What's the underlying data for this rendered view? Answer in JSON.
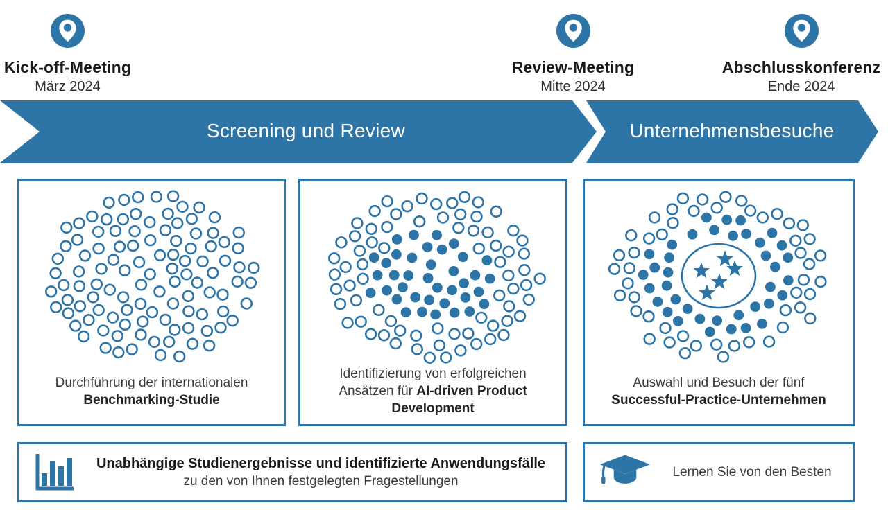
{
  "colors": {
    "primary": "#2D74A7",
    "white": "#ffffff",
    "heading_text": "#1a1a1a",
    "body_text": "#3b3b3b"
  },
  "milestones": [
    {
      "icon": "location-pin-icon",
      "label": "Kick-off-Meeting",
      "date": "März 2024"
    },
    {
      "icon": "location-pin-icon",
      "label": "Review-Meeting",
      "date": "Mitte 2024"
    },
    {
      "icon": "location-pin-icon",
      "label": "Abschlusskonferenz",
      "date": "Ende 2024"
    }
  ],
  "phases": [
    {
      "label": "Screening und Review"
    },
    {
      "label": "Unternehmensbesuche"
    }
  ],
  "stages": [
    {
      "caption_regular": "Durchführung der internationalen",
      "caption_bold": "Benchmarking-Studie",
      "cluster": {
        "hollow_count": 108,
        "filled_count": 0,
        "stars": 0
      }
    },
    {
      "caption_regular": "Identifizierung von erfolgreichen Ansätzen für",
      "caption_bold": "AI-driven Product Development",
      "cluster": {
        "hollow_count": 74,
        "filled_count": 38,
        "stars": 0
      }
    },
    {
      "caption_regular": "Auswahl und Besuch der fünf",
      "caption_bold": "Successful-Practice-Unternehmen",
      "cluster": {
        "hollow_count": 50,
        "filled_count": 38,
        "stars": 5
      }
    }
  ],
  "footers": [
    {
      "icon": "bar-chart-icon",
      "line_bold": "Unabhängige Studienergebnisse und identifizierte Anwendungsfälle",
      "line_regular": "zu den von Ihnen festgelegten Fragestellungen"
    },
    {
      "icon": "graduation-cap-icon",
      "line_regular": "Lernen Sie von den Besten"
    }
  ]
}
